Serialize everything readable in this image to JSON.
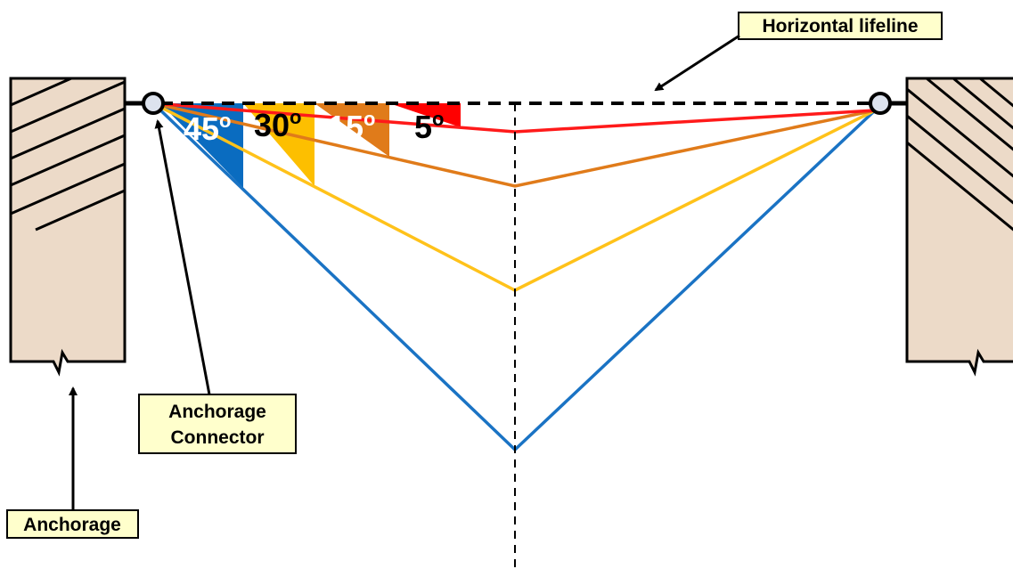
{
  "labels": {
    "horizontal_lifeline": "Horizontal lifeline",
    "anchorage_connector_line1": "Anchorage",
    "anchorage_connector_line2": "Connector",
    "anchorage": "Anchorage"
  },
  "angles": [
    {
      "value": "45",
      "unit": "o",
      "color": "#0a6cc0",
      "text_color": "#ffffff"
    },
    {
      "value": "30",
      "unit": "o",
      "color": "#fdbf00",
      "text_color": "#000000"
    },
    {
      "value": "15",
      "unit": "o",
      "color": "#e07b1a",
      "text_color": "#ffffff"
    },
    {
      "value": "5",
      "unit": "o",
      "color": "#ff0000",
      "text_color": "#000000"
    }
  ],
  "colors": {
    "anchorage_fill": "#ecdac8",
    "callout_fill": "#ffffcc",
    "line_45": "#1a73c4",
    "line_30": "#ffc21a",
    "line_15": "#e07b1a",
    "line_5": "#ff1a1a"
  }
}
